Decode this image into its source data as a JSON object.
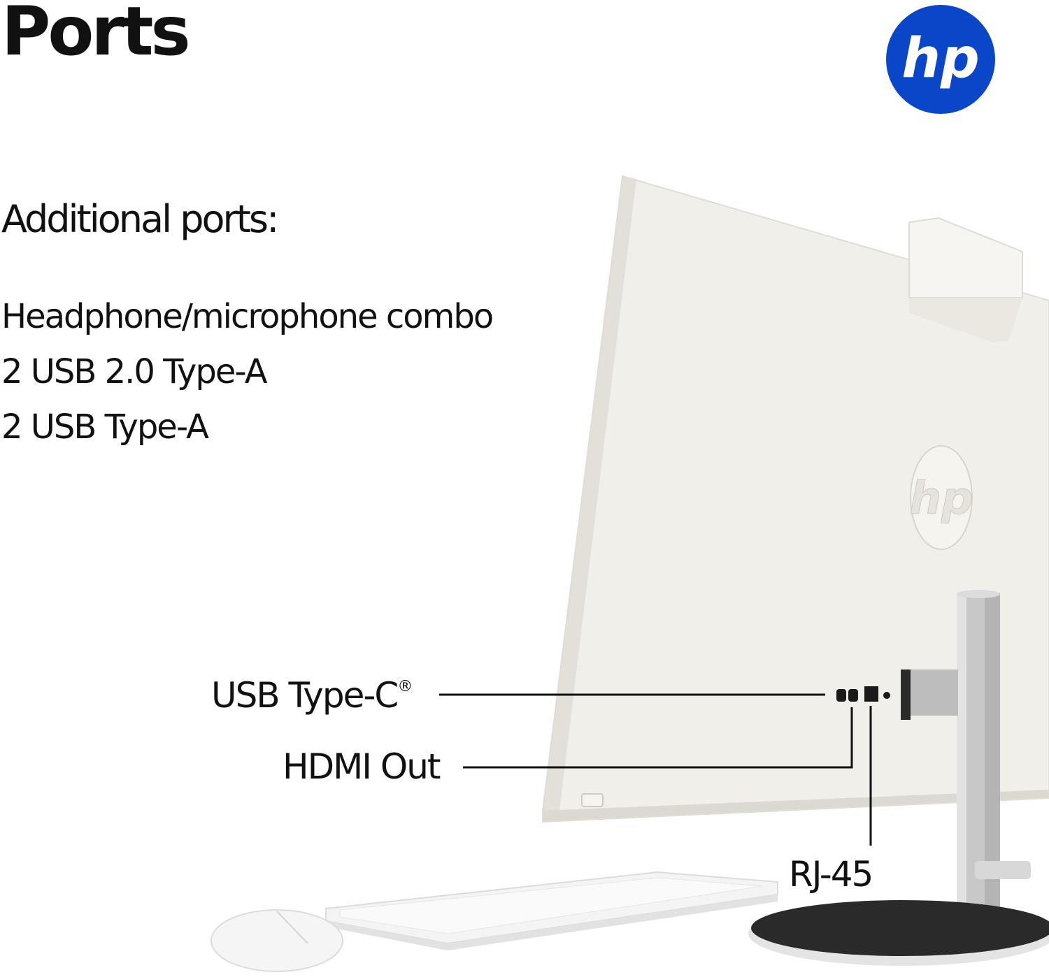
{
  "title": "Ports",
  "section": {
    "heading": "Additional ports:"
  },
  "ports": [
    {
      "label": "Headphone/microphone combo"
    },
    {
      "label": "2 USB 2.0 Type-A"
    },
    {
      "label": "2 USB Type-A"
    }
  ],
  "callouts": {
    "usb_c": {
      "label": "USB Type-C",
      "mark": "®"
    },
    "hdmi": {
      "label": "HDMI Out"
    },
    "rj45": {
      "label": "RJ-45"
    }
  },
  "brand": {
    "logo_text": "hp",
    "logo_color": "#0a46c8",
    "icon": "hp-logo-icon"
  },
  "colors": {
    "text": "#111111",
    "monitor_body": "#f1efe9",
    "monitor_shadow": "#dcd9d2",
    "stand": "#c9c9c9",
    "base_top": "#2a2a2a",
    "leader_line": "#111111"
  }
}
